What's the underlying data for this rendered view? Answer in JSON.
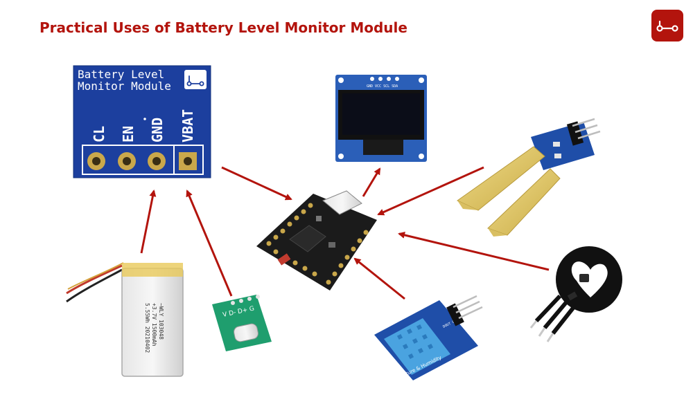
{
  "title": "Practical Uses of Battery Level Monitor Module",
  "logo_icon": "link-icon",
  "colors": {
    "accent": "#b3140d",
    "board_blue": "#1c3f9e",
    "pcb_black": "#1b1b1b",
    "oled_blue": "#2b5fb8",
    "sensor_blue": "#1f4ea8",
    "probe_gold": "#e0c769"
  },
  "module": {
    "name_line1": "Battery Level",
    "name_line2": "Monitor Module",
    "pins": [
      "CL",
      "EN",
      "GND",
      "VBAT"
    ]
  },
  "oled": {
    "header": "GND VCC SCL SDA"
  },
  "battery": {
    "line1": "~WLY 103048",
    "line2": "+3.7V 1500mAh",
    "line3": "5.55Wh 20210402"
  },
  "usbc": {
    "pins": "V  D-  D+  G"
  },
  "dht": {
    "label": "Temperature & Humidity",
    "pins": "DOUT GND VCC"
  }
}
